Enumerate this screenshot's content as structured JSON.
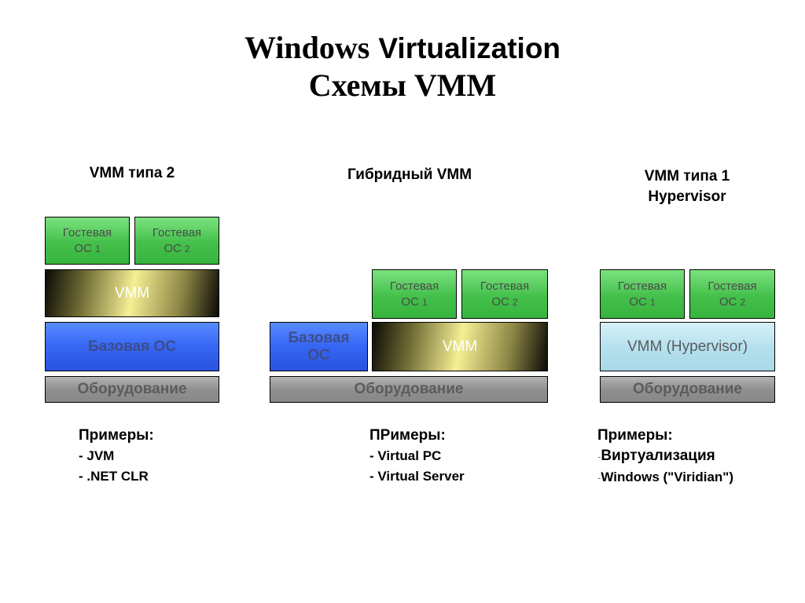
{
  "title": {
    "line1_a": "Windows",
    "line1_b": "Virtualization",
    "line2": "Схемы VMM"
  },
  "columns": [
    {
      "header": "VMM типа 2",
      "guest1": "Гостевая",
      "guest1_os": "ОС",
      "guest1_num": "1",
      "guest2": "Гостевая",
      "guest2_os": "ОС",
      "guest2_num": "2",
      "vmm": "VMM",
      "base": "Базовая ОС",
      "hardware": "Оборудование",
      "examples_title": "Примеры:",
      "examples": [
        "- JVM",
        "- .NET CLR"
      ]
    },
    {
      "header": "Гибридный VMM",
      "guest1": "Гостевая",
      "guest1_os": "ОС",
      "guest1_num": "1",
      "guest2": "Гостевая",
      "guest2_os": "ОС",
      "guest2_num": "2",
      "base_line1": "Базовая",
      "base_line2": "ОС",
      "vmm": "VMM",
      "hardware": "Оборудование",
      "examples_title": "ПРимеры:",
      "examples": [
        "- Virtual PC",
        "- Virtual Server"
      ]
    },
    {
      "header_line1": "VMM типа 1",
      "header_line2": "Hypervisor",
      "guest1": "Гостевая",
      "guest1_os": "ОС",
      "guest1_num": "1",
      "guest2": "Гостевая",
      "guest2_os": "ОС",
      "guest2_num": "2",
      "hypervisor": "VMM (Hypervisor)",
      "hardware": "Оборудование",
      "examples_title": "Примеры:",
      "example1_dash": "-",
      "example1": "Виртуализация",
      "example2_dash": "-",
      "example2": "Windows (\"Viridian\")"
    }
  ]
}
